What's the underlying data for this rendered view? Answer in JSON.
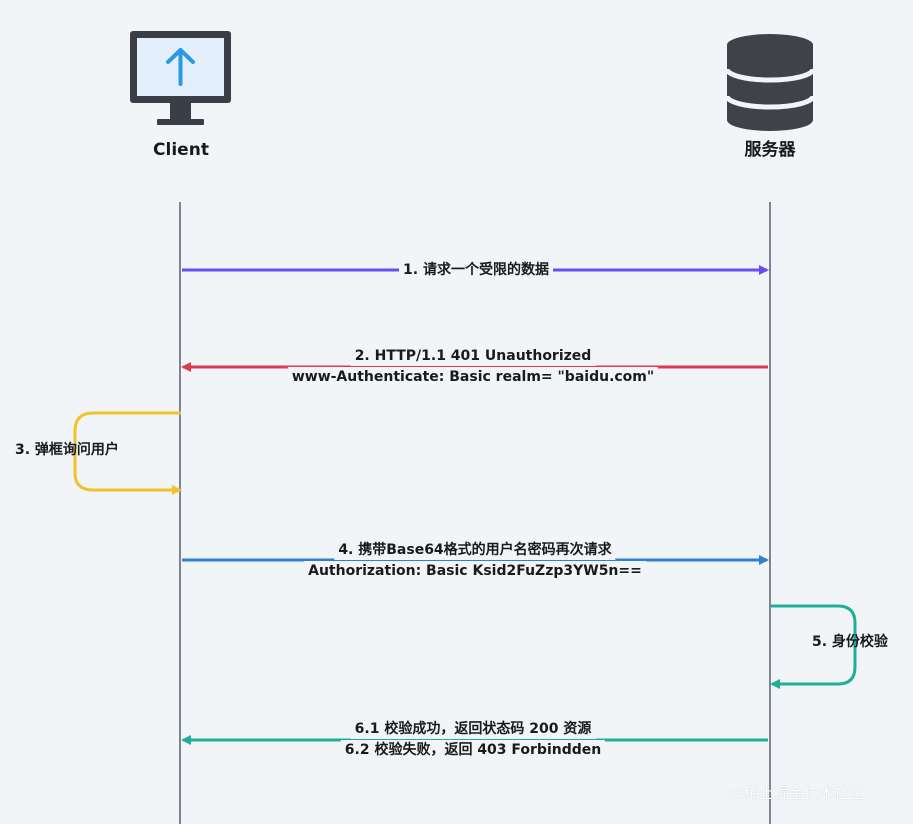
{
  "participants": {
    "client": "Client",
    "server": "服务器"
  },
  "messages": {
    "m1": "1. 请求一个受限的数据",
    "m2_line1": "2. HTTP/1.1 401 Unauthorized",
    "m2_line2": "www-Authenticate: Basic realm= \"baidu.com\"",
    "m3": "3. 弹框询问用户",
    "m4_line1": "4. 携带Base64格式的用户名密码再次请求",
    "m4_line2": "Authorization: Basic Ksid2FuZzp3YW5n==",
    "m5": "5. 身份校验",
    "m6_line1": "6.1 校验成功，返回状态码 200 资源",
    "m6_line2": "6.2 校验失败，返回 403 Forbindden"
  },
  "watermark": "@稀土掘金技术社区",
  "icons": {
    "client": "monitor-upload-icon",
    "server": "database-icon"
  },
  "colors": {
    "lifeline": "#7d8590",
    "request": "#6a4df2",
    "unauthorized": "#dc3b4d",
    "prompt": "#f2c12e",
    "retry": "#2f7fd4",
    "verify": "#1fae96",
    "response": "#1fae96"
  }
}
